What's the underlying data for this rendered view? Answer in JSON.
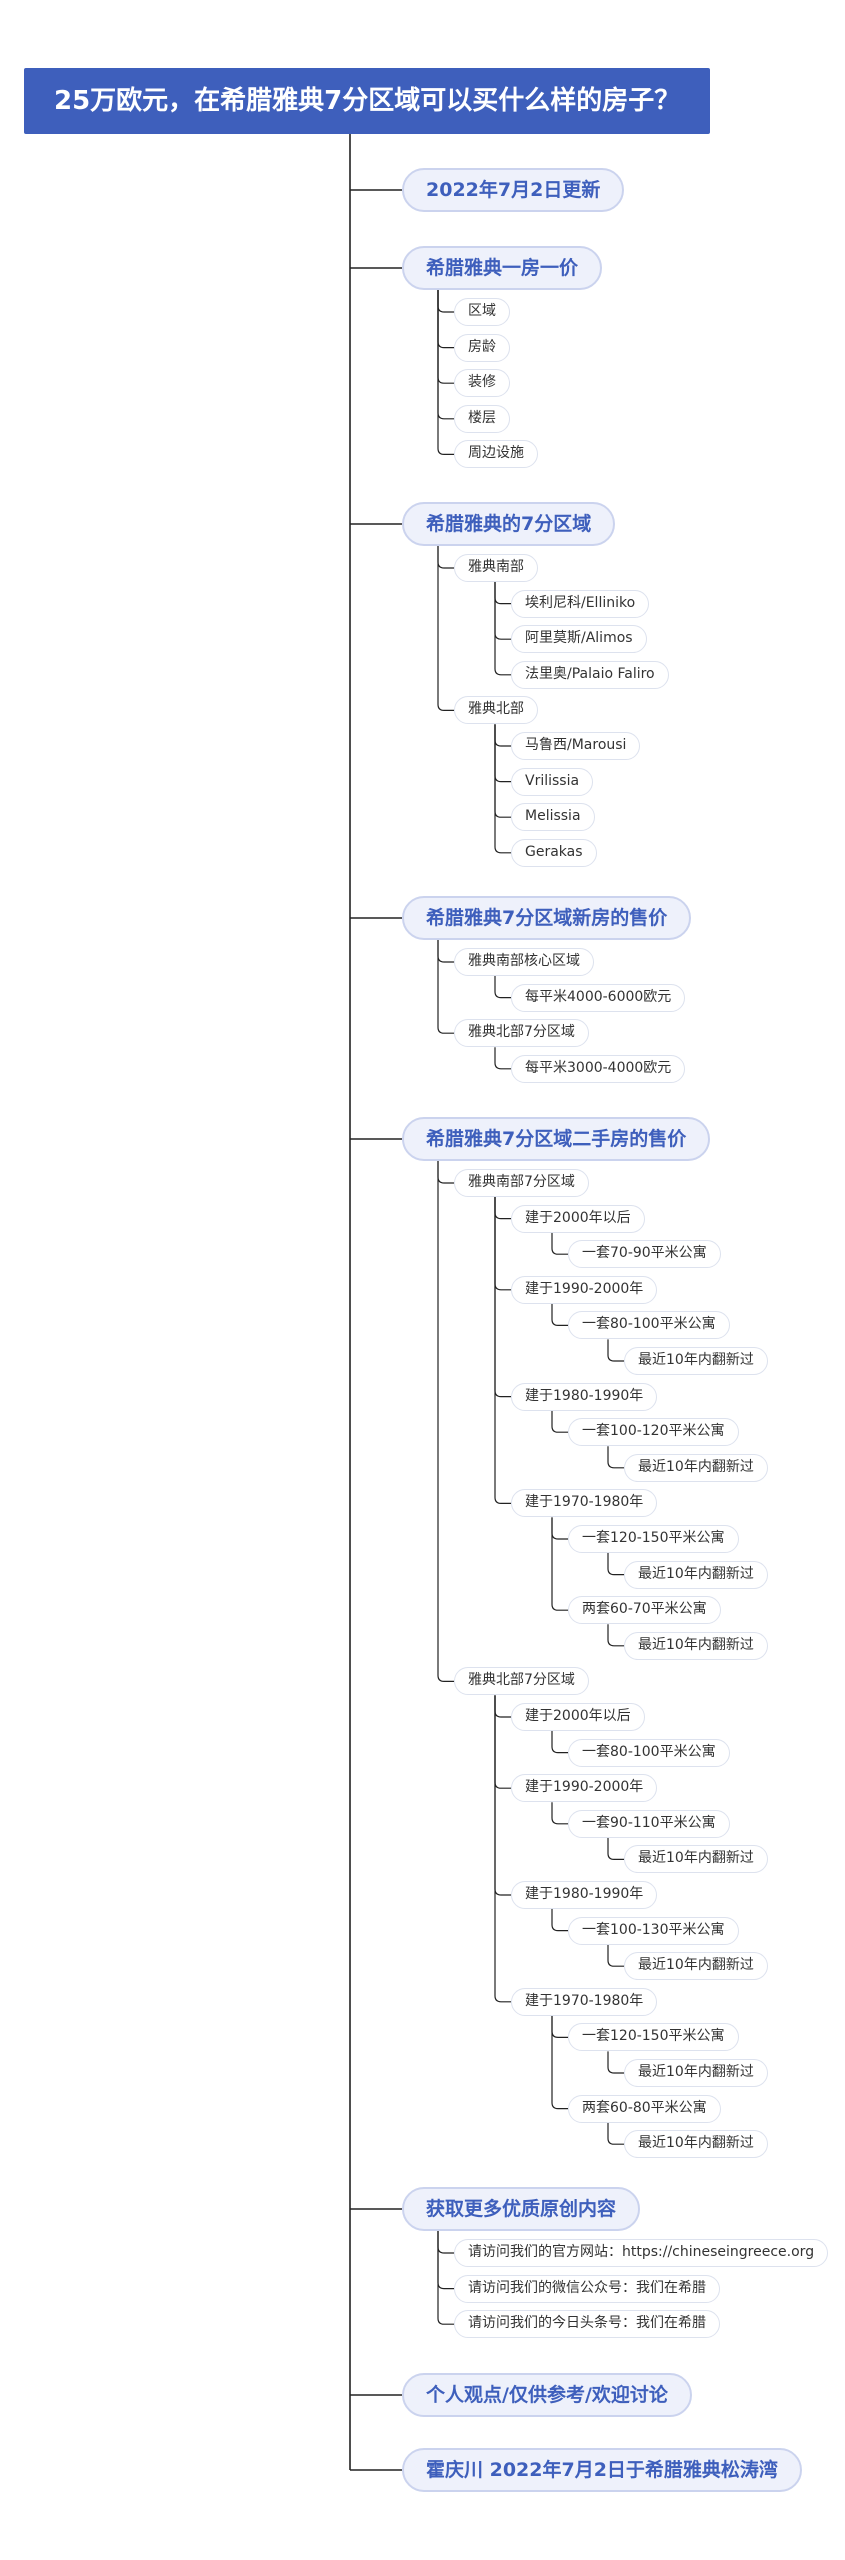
{
  "root": "25万欧元，在希腊雅典7分区域可以买什么样的房子？",
  "topics": [
    {
      "label": "2022年7月2日更新",
      "children": []
    },
    {
      "label": "希腊雅典一房一价",
      "children": [
        {
          "label": "区域",
          "children": []
        },
        {
          "label": "房龄",
          "children": []
        },
        {
          "label": "装修",
          "children": []
        },
        {
          "label": "楼层",
          "children": []
        },
        {
          "label": "周边设施",
          "children": []
        }
      ]
    },
    {
      "label": "希腊雅典的7分区域",
      "children": [
        {
          "label": "雅典南部",
          "children": [
            {
              "label": "埃利尼科/Elliniko",
              "children": []
            },
            {
              "label": "阿里莫斯/Alimos",
              "children": []
            },
            {
              "label": "法里奥/Palaio Faliro",
              "children": []
            }
          ]
        },
        {
          "label": "雅典北部",
          "children": [
            {
              "label": "马鲁西/Marousi",
              "children": []
            },
            {
              "label": "Vrilissia",
              "children": []
            },
            {
              "label": "Melissia",
              "children": []
            },
            {
              "label": "Gerakas",
              "children": []
            }
          ]
        }
      ]
    },
    {
      "label": "希腊雅典7分区域新房的售价",
      "children": [
        {
          "label": "雅典南部核心区域",
          "children": [
            {
              "label": "每平米4000-6000欧元",
              "children": []
            }
          ]
        },
        {
          "label": "雅典北部7分区域",
          "children": [
            {
              "label": "每平米3000-4000欧元",
              "children": []
            }
          ]
        }
      ]
    },
    {
      "label": "希腊雅典7分区域二手房的售价",
      "children": [
        {
          "label": "雅典南部7分区域",
          "children": [
            {
              "label": "建于2000年以后",
              "children": [
                {
                  "label": "一套70-90平米公寓",
                  "children": []
                }
              ]
            },
            {
              "label": "建于1990-2000年",
              "children": [
                {
                  "label": "一套80-100平米公寓",
                  "children": [
                    {
                      "label": "最近10年内翻新过",
                      "children": []
                    }
                  ]
                }
              ]
            },
            {
              "label": "建于1980-1990年",
              "children": [
                {
                  "label": "一套100-120平米公寓",
                  "children": [
                    {
                      "label": "最近10年内翻新过",
                      "children": []
                    }
                  ]
                }
              ]
            },
            {
              "label": "建于1970-1980年",
              "children": [
                {
                  "label": "一套120-150平米公寓",
                  "children": [
                    {
                      "label": "最近10年内翻新过",
                      "children": []
                    }
                  ]
                },
                {
                  "label": "两套60-70平米公寓",
                  "children": [
                    {
                      "label": "最近10年内翻新过",
                      "children": []
                    }
                  ]
                }
              ]
            }
          ]
        },
        {
          "label": "雅典北部7分区域",
          "children": [
            {
              "label": "建于2000年以后",
              "children": [
                {
                  "label": "一套80-100平米公寓",
                  "children": []
                }
              ]
            },
            {
              "label": "建于1990-2000年",
              "children": [
                {
                  "label": "一套90-110平米公寓",
                  "children": [
                    {
                      "label": "最近10年内翻新过",
                      "children": []
                    }
                  ]
                }
              ]
            },
            {
              "label": "建于1980-1990年",
              "children": [
                {
                  "label": "一套100-130平米公寓",
                  "children": [
                    {
                      "label": "最近10年内翻新过",
                      "children": []
                    }
                  ]
                }
              ]
            },
            {
              "label": "建于1970-1980年",
              "children": [
                {
                  "label": "一套120-150平米公寓",
                  "children": [
                    {
                      "label": "最近10年内翻新过",
                      "children": []
                    }
                  ]
                },
                {
                  "label": "两套60-80平米公寓",
                  "children": [
                    {
                      "label": "最近10年内翻新过",
                      "children": []
                    }
                  ]
                }
              ]
            }
          ]
        }
      ]
    },
    {
      "label": "获取更多优质原创内容",
      "children": [
        {
          "label": "请访问我们的官方网站：https://chineseingreece.org",
          "children": []
        },
        {
          "label": "请访问我们的微信公众号：我们在希腊",
          "children": []
        },
        {
          "label": "请访问我们的今日头条号：我们在希腊",
          "children": []
        }
      ]
    },
    {
      "label": "个人观点/仅供参考/欢迎讨论",
      "children": []
    },
    {
      "label": "霍庆川 2022年7月2日于希腊雅典松涛湾",
      "children": []
    }
  ],
  "colors": {
    "root_bg": "#3e5fbc",
    "topic_text": "#3e5fbc",
    "topic_bg": "#eef1fb",
    "line": "#222222"
  }
}
